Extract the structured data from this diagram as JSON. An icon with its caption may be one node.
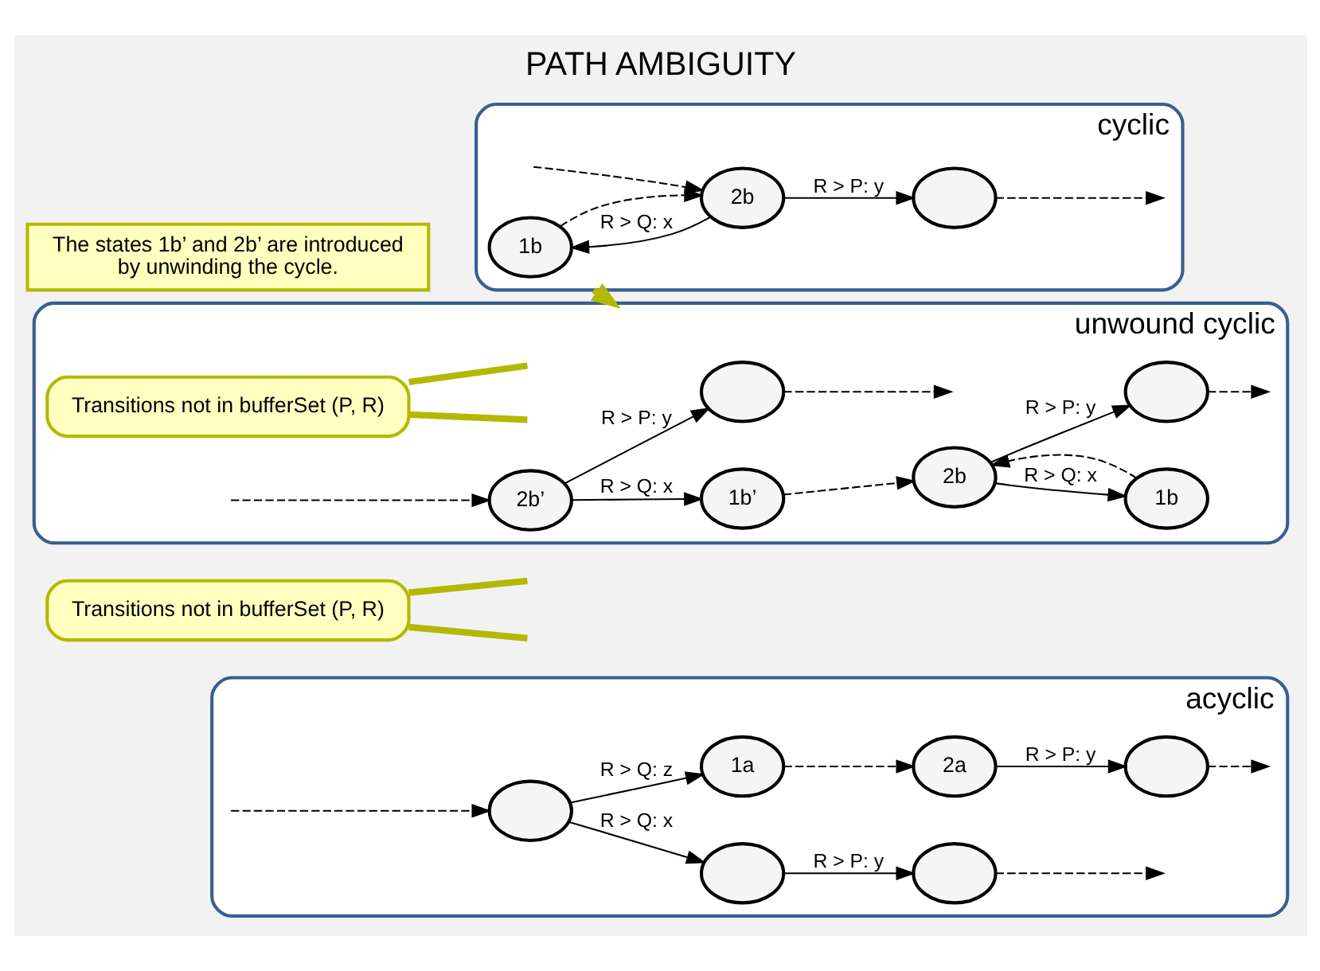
{
  "diagram": {
    "title": "PATH AMBIGUITY",
    "nodes": [
      {
        "text": [
          "acyclic"
        ]
      },
      {
        "text": [],
        "shape": "circle",
        "in": 0
      },
      {
        "text": [],
        "shape": "circle",
        "in": 0
      },
      {
        "text": [],
        "shape": "circle",
        "in": 0
      },
      {
        "text": [
          "1a"
        ],
        "in": 0
      },
      {
        "text": [
          "2a"
        ],
        "in": 0
      },
      {
        "text": [],
        "shape": "circle",
        "in": 0
      },
      {
        "text": [
          "Transitions not in bufferSet (P, R)"
        ]
      },
      {
        "text": [
          "cyclic"
        ]
      },
      {
        "text": [
          "1b"
        ],
        "in": 8
      },
      {
        "text": [
          "2b"
        ],
        "in": 8
      },
      {
        "text": [],
        "shape": "circle",
        "in": 8
      },
      {
        "text": [
          "unwound cyclic"
        ]
      },
      {
        "text": [],
        "shape": "circle",
        "in": 12
      },
      {
        "text": [
          "2b’"
        ],
        "in": 12
      },
      {
        "text": [
          "1b’"
        ],
        "in": 12
      },
      {
        "text": [
          "Transitions not in bufferSet (P, R)"
        ],
        "in": 12
      },
      {
        "text": [
          "1b"
        ],
        "in": 12
      },
      {
        "text": [
          "2b"
        ],
        "in": 12
      },
      {
        "text": [],
        "shape": "circle",
        "in": 12
      },
      {
        "text": [
          "The states 1b’ and 2b’ are introduced by unwinding the cycle."
        ]
      }
    ],
    "edges": [
      {
        "from": null,
        "to": 1,
        "arrow": "to",
        "style": "dashed"
      },
      {
        "from": 1,
        "to": 2,
        "arrow": "to",
        "label": "R > Q: x"
      },
      {
        "from": 1,
        "to": 4,
        "arrow": "to",
        "label": "R > Q: z"
      },
      {
        "from": 2,
        "to": 3,
        "arrow": "to",
        "label": "R > P: y"
      },
      {
        "from": 3,
        "to": null,
        "arrow": "to",
        "style": "dashed"
      },
      {
        "from": 4,
        "to": 5,
        "arrow": "to",
        "style": "dashed"
      },
      {
        "from": 5,
        "to": 6,
        "arrow": "to",
        "label": "R > P: y"
      },
      {
        "from": 6,
        "to": null,
        "arrow": "to",
        "style": "dashed"
      },
      {
        "from": 7,
        "to": null,
        "arrow": "none",
        "style": "thick",
        "color": "#b5b800"
      },
      {
        "from": 7,
        "to": null,
        "arrow": "none",
        "style": "thick",
        "color": "#b5b800"
      },
      {
        "from": 9,
        "to": 10,
        "arrow": "to",
        "style": "dashed"
      },
      {
        "from": 10,
        "to": 9,
        "arrow": "to",
        "label": "R > Q: x"
      },
      {
        "from": null,
        "to": 10,
        "arrow": "to",
        "style": "dashed"
      },
      {
        "from": 10,
        "to": 11,
        "arrow": "to",
        "label": "R > P: y"
      },
      {
        "from": 11,
        "to": null,
        "arrow": "to",
        "style": "dashed"
      },
      {
        "from": 8,
        "to": 12,
        "arrow": "to",
        "style": "thick",
        "color": "#b5b800"
      },
      {
        "from": null,
        "to": 14,
        "arrow": "to",
        "style": "dashed"
      },
      {
        "from": 14,
        "to": 13,
        "arrow": "to",
        "label": "R > P: y"
      },
      {
        "from": 13,
        "to": null,
        "arrow": "to",
        "style": "dashed"
      },
      {
        "from": 14,
        "to": 15,
        "arrow": "to",
        "label": "R > Q: x"
      },
      {
        "from": 15,
        "to": 18,
        "arrow": "to",
        "style": "dashed"
      },
      {
        "from": 17,
        "to": 18,
        "arrow": "to",
        "style": "dashed"
      },
      {
        "from": 18,
        "to": 17,
        "arrow": "to",
        "label": "R > Q: x"
      },
      {
        "from": 18,
        "to": 19,
        "arrow": "to",
        "label": "R > P: y"
      },
      {
        "from": 19,
        "to": null,
        "arrow": "to",
        "style": "dashed"
      },
      {
        "from": 16,
        "to": null,
        "arrow": "none",
        "style": "thick",
        "color": "#b5b800"
      },
      {
        "from": 16,
        "to": null,
        "arrow": "none",
        "style": "thick",
        "color": "#b5b800"
      }
    ]
  }
}
